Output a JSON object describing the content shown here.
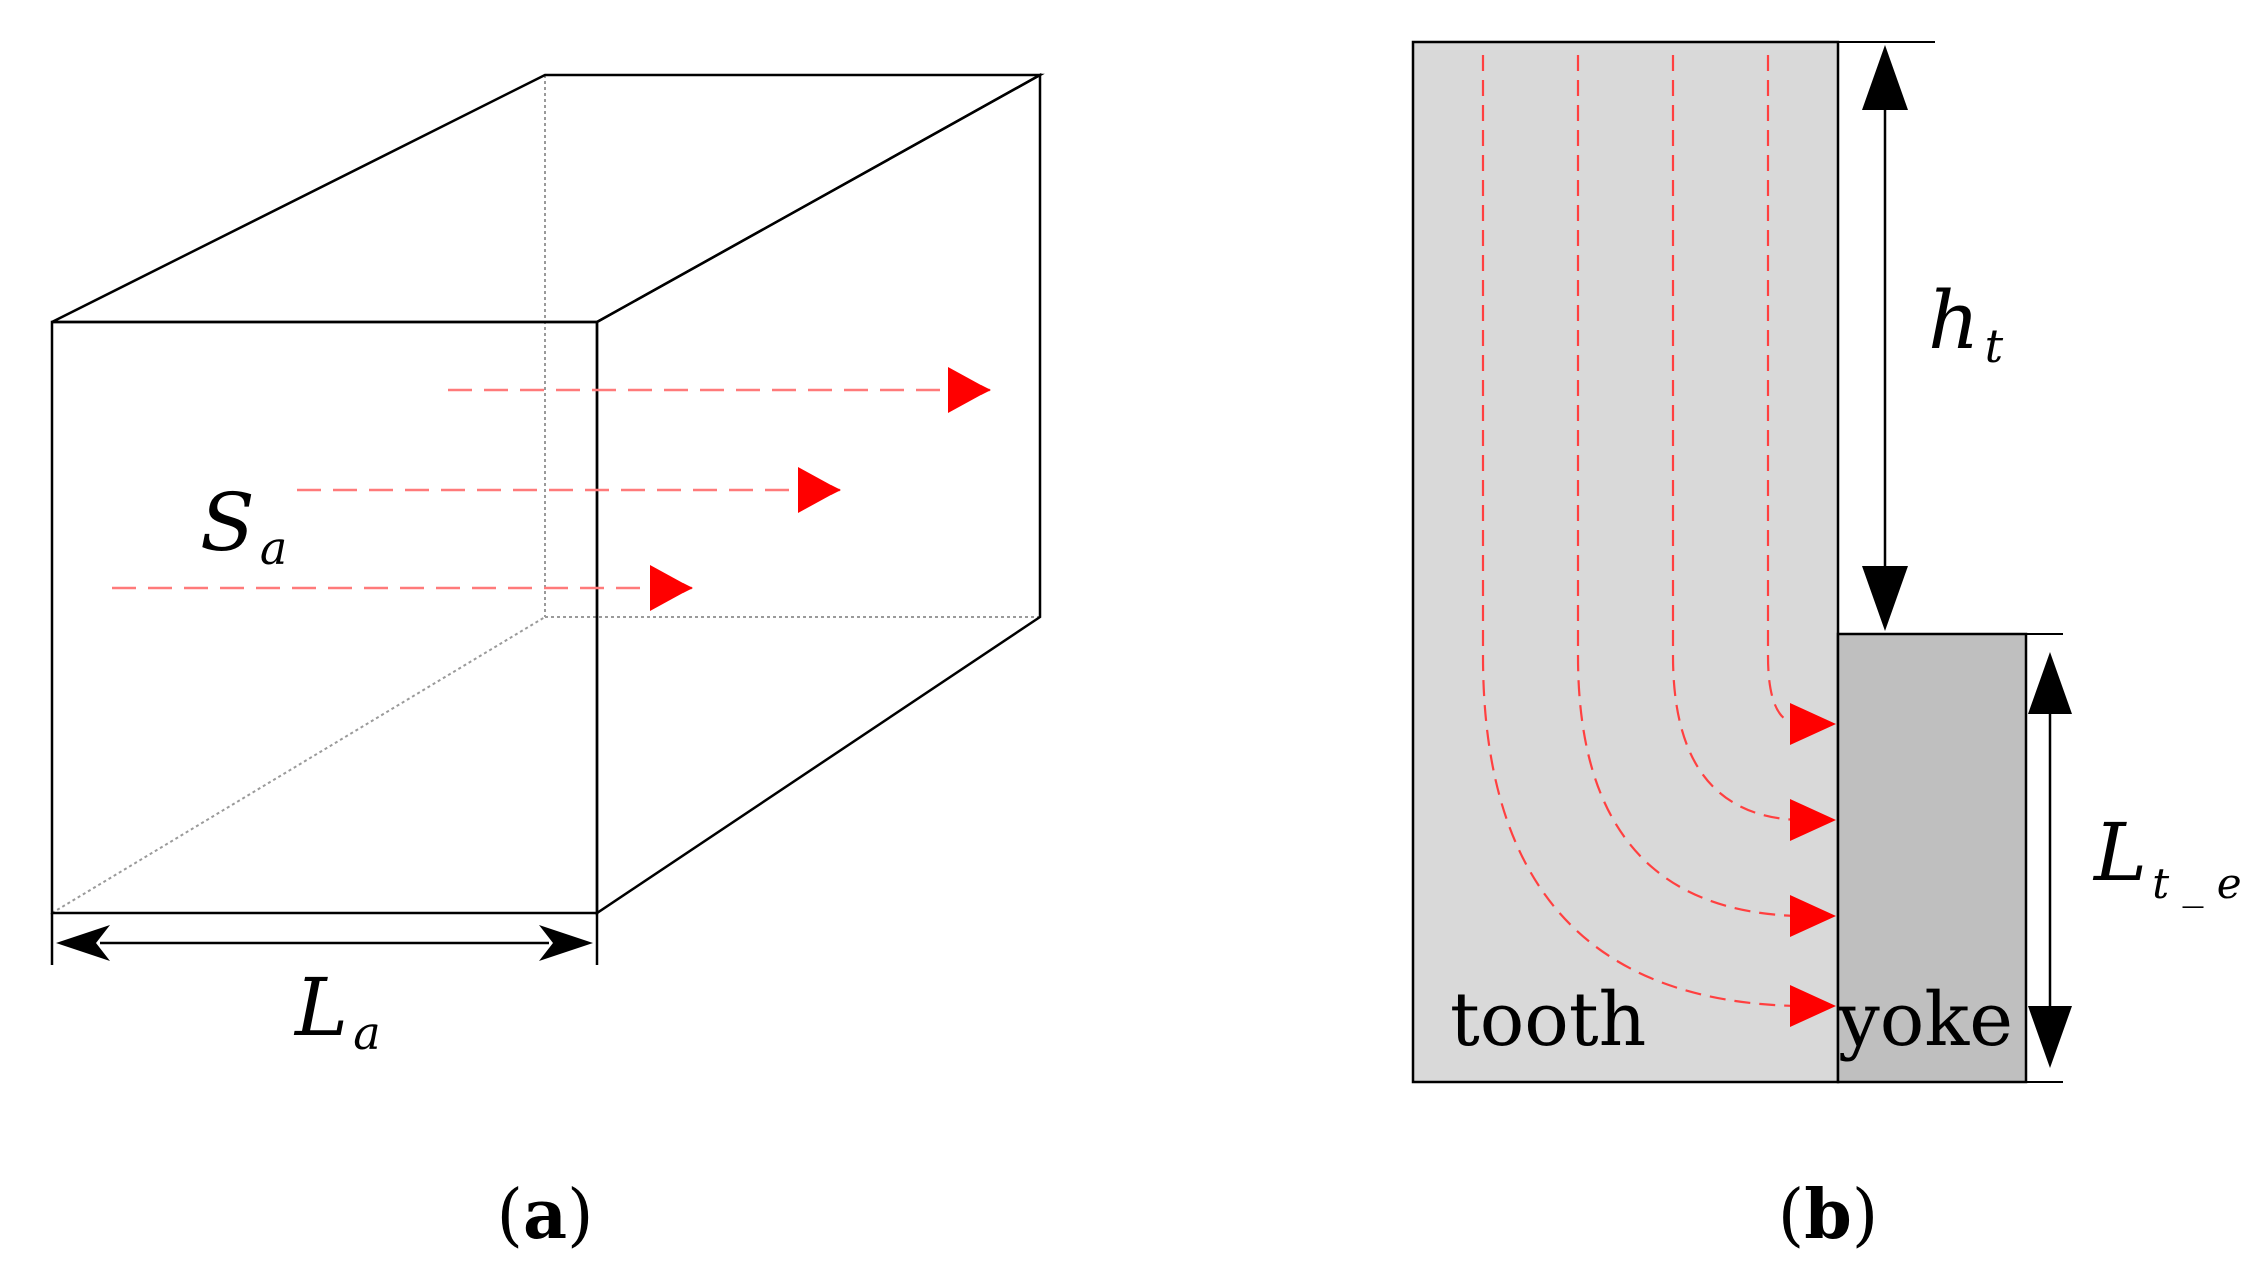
{
  "colors": {
    "flux": "#ff0000",
    "flux_faint": "#ff7a7a",
    "tooth_fill": "#d9d9d9",
    "yoke_fill": "#bfbfbf",
    "outline": "#000000",
    "hidden_edge": "#9a9a9a"
  },
  "panel_a": {
    "area_label_main": "S",
    "area_label_sub": "a",
    "length_label_main": "L",
    "length_label_sub": "a",
    "caption": {
      "open": "(",
      "letter": "a",
      "close": ")"
    }
  },
  "panel_b": {
    "tooth_label": "tooth",
    "yoke_label": "yoke",
    "height_label_main": "h",
    "height_label_sub": "t",
    "effective_length_label_main": "L",
    "effective_length_label_sub": "t _ e",
    "caption": {
      "open": "(",
      "letter": "b",
      "close": ")"
    }
  }
}
